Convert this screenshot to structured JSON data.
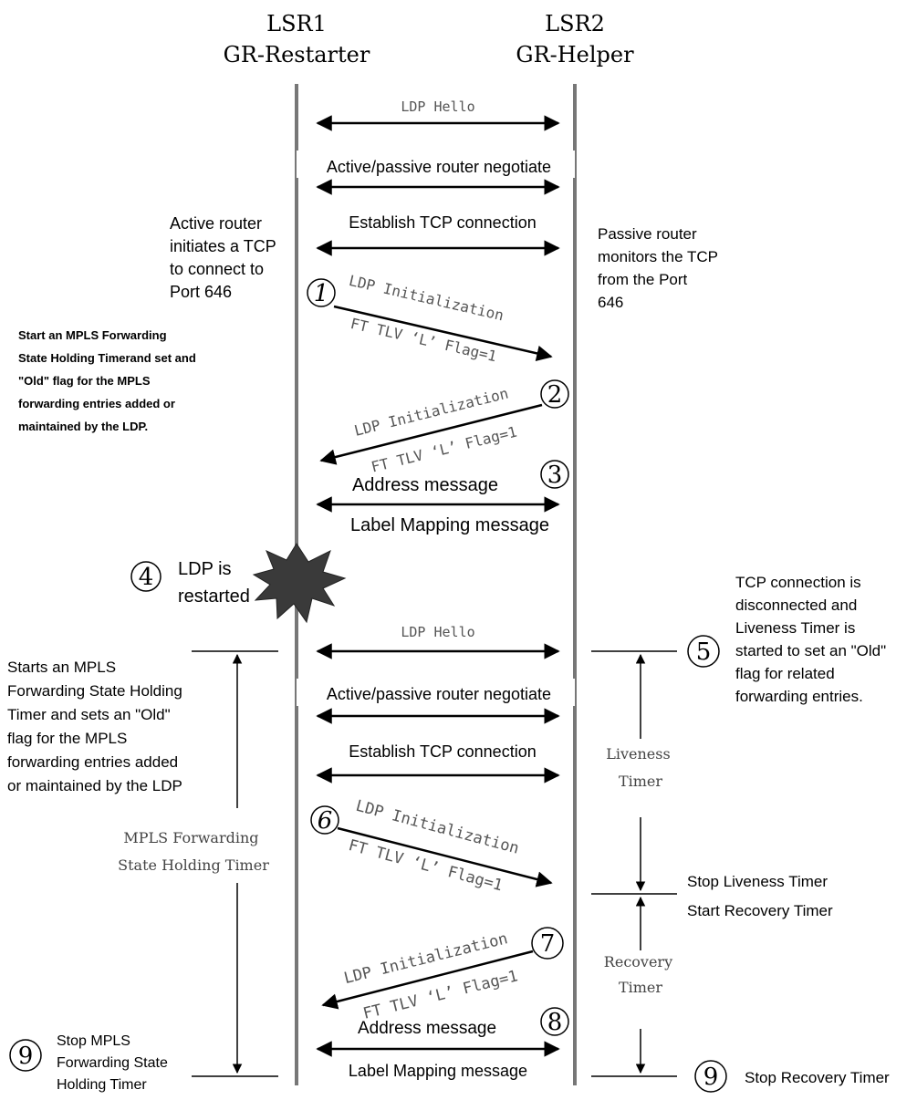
{
  "nodes": {
    "lsr1": {
      "name": "LSR1",
      "role": "GR-Restarter"
    },
    "lsr2": {
      "name": "LSR2",
      "role": "GR-Helper"
    }
  },
  "messages": {
    "hello_1": "LDP Hello",
    "negotiate_1": "Active/passive router negotiate",
    "tcp_1": "Establish TCP connection",
    "init_1a": "LDP Initialization",
    "init_1b": "FT TLV ‘L’ Flag=1",
    "init_2a": "LDP Initialization",
    "init_2b": "FT TLV ‘L’ Flag=1",
    "address_1": "Address message",
    "label_1": "Label Mapping message",
    "hello_2": "LDP Hello",
    "negotiate_2": "Active/passive router negotiate",
    "tcp_2": "Establish TCP connection",
    "init_6a": "LDP Initialization",
    "init_6b": "FT TLV ‘L’ Flag=1",
    "init_7a": "LDP Initialization",
    "init_7b": "FT TLV ‘L’ Flag=1",
    "address_2": "Address message",
    "label_2": "Label Mapping message"
  },
  "steps": {
    "s1": "1",
    "s2": "2",
    "s3": "3",
    "s4": "4",
    "s5": "5",
    "s6": "6",
    "s7": "7",
    "s8": "8",
    "s9a": "9",
    "s9b": "9"
  },
  "notes": {
    "active_router": [
      "Active router",
      "initiates a TCP",
      "to connect to",
      "Port 646"
    ],
    "passive_router": [
      "Passive router",
      "monitors the TCP",
      "from the Port",
      "646"
    ],
    "start_timer_1": [
      "Start an MPLS Forwarding",
      "State Holding Timerand set and",
      "\"Old\" flag for the MPLS",
      "forwarding entries added or",
      "maintained by the LDP."
    ],
    "ldp_restarted": [
      "LDP is",
      "restarted"
    ],
    "tcp_disconnected": [
      "TCP connection is",
      "disconnected and",
      "Liveness Timer is",
      "started to set an \"Old\"",
      "flag for related",
      "forwarding entries."
    ],
    "starts_timer_2": [
      "Starts an MPLS",
      "Forwarding State Holding",
      "Timer and sets an \"Old\"",
      "flag for the MPLS",
      "forwarding entries added",
      "or maintained by the LDP"
    ],
    "mpls_timer": [
      "MPLS Forwarding",
      "State Holding Timer"
    ],
    "liveness_timer": [
      "Liveness",
      "Timer"
    ],
    "recovery_timer": [
      "Recovery",
      "Timer"
    ],
    "stop_liveness": "Stop Liveness Timer",
    "start_recovery": "Start Recovery Timer",
    "stop_mpls": [
      "Stop MPLS",
      "Forwarding State",
      "Holding Timer"
    ],
    "stop_recovery": "Stop Recovery Timer"
  }
}
